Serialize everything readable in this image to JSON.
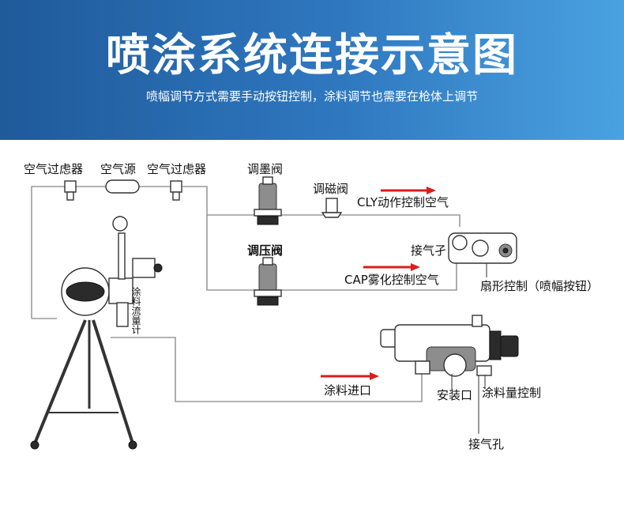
{
  "header": {
    "title": "喷涂系统连接示意图",
    "subtitle": "喷幅调节方式需要手动按钮控制，涂料调节也需要在枪体上调节"
  },
  "diagram": {
    "labels": {
      "air_filter_left": "空气过虑器",
      "air_source": "空气源",
      "air_filter_right": "空气过虑器",
      "ink_valve": "调墨阀",
      "magnetic_valve": "调磁阀",
      "cly_control": "CLY动作控制空气",
      "air_inlet": "接气孑",
      "pressure_valve": "调压阀",
      "cap_control": "CAP雾化控制空气",
      "fan_control": "扇形控制（喷幅按钮）",
      "flow_meter": "涂料流量计",
      "paint_inlet": "涂料进口",
      "mount_port": "安装口",
      "paint_volume": "涂料量控制",
      "air_hole": "接气孔"
    },
    "colors": {
      "header_start": "#1f5a9a",
      "header_end": "#4aa2e0",
      "arrow": "#d81e1e",
      "pipe": "#9a9a9a"
    }
  }
}
